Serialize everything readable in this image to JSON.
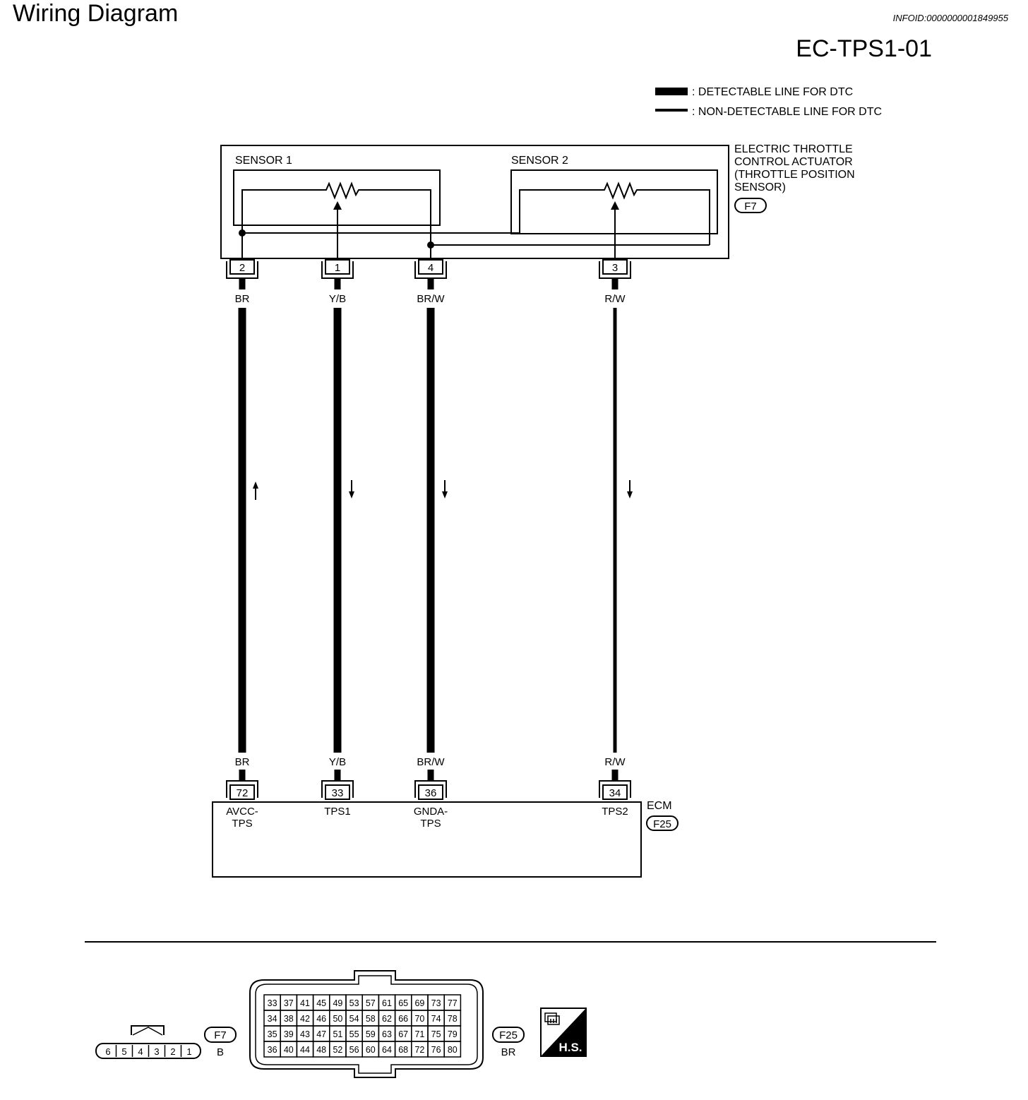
{
  "header": {
    "title": "Wiring Diagram",
    "info_id": "INFOID:0000000001849955",
    "diagram_code": "EC-TPS1-01"
  },
  "legend": {
    "detectable": ": DETECTABLE LINE FOR DTC",
    "non_detectable": ": NON-DETECTABLE LINE FOR DTC"
  },
  "actuator": {
    "name_lines": [
      "ELECTRIC THROTTLE",
      "CONTROL ACTUATOR",
      "(THROTTLE POSITION",
      "SENSOR)"
    ],
    "connector": "F7",
    "sensor1_label": "SENSOR 1",
    "sensor2_label": "SENSOR 2"
  },
  "wires": [
    {
      "top_pin": "2",
      "color": "BR",
      "ecm_pin": "72",
      "signal": [
        "AVCC-",
        "TPS"
      ],
      "flow": "up"
    },
    {
      "top_pin": "1",
      "color": "Y/B",
      "ecm_pin": "33",
      "signal": [
        "TPS1"
      ],
      "flow": "down"
    },
    {
      "top_pin": "4",
      "color": "BR/W",
      "ecm_pin": "36",
      "signal": [
        "GNDA-",
        "TPS"
      ],
      "flow": "down"
    },
    {
      "top_pin": "3",
      "color": "R/W",
      "ecm_pin": "34",
      "signal": [
        "TPS2"
      ],
      "flow": "down"
    }
  ],
  "ecm": {
    "name": "ECM",
    "connector": "F25"
  },
  "connectors": {
    "f7": {
      "id": "F7",
      "color": "B",
      "pins": [
        "6",
        "5",
        "4",
        "3",
        "2",
        "1"
      ]
    },
    "f25": {
      "id": "F25",
      "color": "BR",
      "rows": [
        [
          "33",
          "37",
          "41",
          "45",
          "49",
          "53",
          "57",
          "61",
          "65",
          "69",
          "73",
          "77"
        ],
        [
          "34",
          "38",
          "42",
          "46",
          "50",
          "54",
          "58",
          "62",
          "66",
          "70",
          "74",
          "78"
        ],
        [
          "35",
          "39",
          "43",
          "47",
          "51",
          "55",
          "59",
          "63",
          "67",
          "71",
          "75",
          "79"
        ],
        [
          "36",
          "40",
          "44",
          "48",
          "52",
          "56",
          "60",
          "64",
          "68",
          "72",
          "76",
          "80"
        ]
      ]
    },
    "hs_badge": "H.S."
  }
}
